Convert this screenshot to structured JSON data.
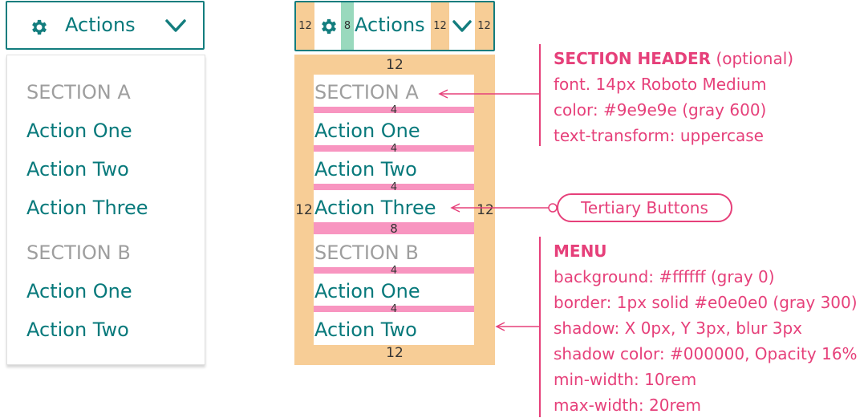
{
  "dropdown_button": {
    "label": "Actions",
    "icon": "gear-icon",
    "caret_icon": "chevron-down-icon"
  },
  "menu": {
    "sections": [
      {
        "header": "SECTION A",
        "items": [
          "Action One",
          "Action Two",
          "Action Three"
        ]
      },
      {
        "header": "SECTION B",
        "items": [
          "Action One",
          "Action Two"
        ]
      }
    ]
  },
  "spacing": {
    "button_pad_left": "12",
    "icon_gap": "8",
    "button_gap_caret": "12",
    "button_pad_right": "12",
    "menu_pad_top": "12",
    "menu_pad_bottom": "12",
    "menu_pad_left": "12",
    "menu_pad_right": "12",
    "item_gap": "4",
    "section_gap": "8"
  },
  "annotations": {
    "section_header": {
      "title": "SECTION HEADER",
      "optional": "(optional)",
      "lines": [
        "font. 14px Roboto Medium",
        "color: #9e9e9e (gray 600)",
        "text-transform: uppercase"
      ]
    },
    "tertiary": "Tertiary Buttons",
    "menu": {
      "title": "MENU",
      "lines": [
        "background: #ffffff (gray 0)",
        "border: 1px solid #e0e0e0 (gray 300)",
        "shadow: X 0px, Y 3px, blur 3px",
        "shadow color: #000000, Opacity 16%",
        "min-width: 10rem",
        "max-width: 20rem"
      ]
    }
  },
  "colors": {
    "teal": "#07797b",
    "gray": "#9e9e9e",
    "pink": "#e6407a",
    "orange_pad": "#f7cd96",
    "green_pad": "#99d9bd",
    "pink_gap": "#f895c0"
  }
}
